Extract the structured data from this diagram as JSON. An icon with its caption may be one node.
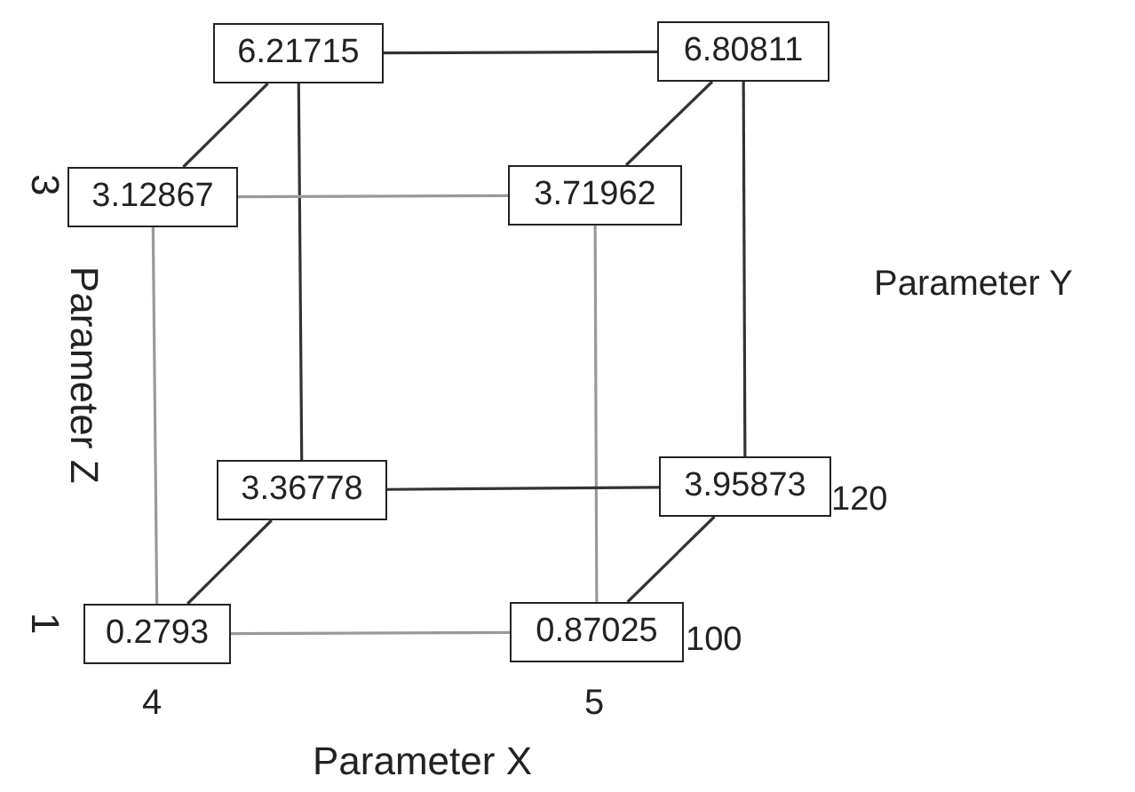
{
  "diagram": {
    "nodes": [
      {
        "text": [
          "6.21715"
        ]
      },
      {
        "text": [
          "6.80811"
        ]
      },
      {
        "text": [
          "3.12867"
        ]
      },
      {
        "text": [
          "3.71962"
        ]
      },
      {
        "text": [
          "3.36778"
        ]
      },
      {
        "text": [
          "3.95873"
        ]
      },
      {
        "text": [
          "0.2793"
        ]
      },
      {
        "text": [
          "0.87025"
        ]
      }
    ],
    "edges": [
      {
        "from": 0,
        "to": 1,
        "arrow": "none"
      },
      {
        "from": 0,
        "to": 2,
        "arrow": "none"
      },
      {
        "from": 0,
        "to": 4,
        "arrow": "none"
      },
      {
        "from": 1,
        "to": 3,
        "arrow": "none"
      },
      {
        "from": 1,
        "to": 5,
        "arrow": "none"
      },
      {
        "from": 2,
        "to": 3,
        "arrow": "none",
        "color": "#999999"
      },
      {
        "from": 2,
        "to": 6,
        "arrow": "none",
        "color": "#999999"
      },
      {
        "from": 3,
        "to": 7,
        "arrow": "none",
        "color": "#999999"
      },
      {
        "from": 4,
        "to": 5,
        "arrow": "none"
      },
      {
        "from": 4,
        "to": 6,
        "arrow": "none"
      },
      {
        "from": 5,
        "to": 7,
        "arrow": "none"
      },
      {
        "from": 6,
        "to": 7,
        "arrow": "none",
        "color": "#999999"
      }
    ],
    "labels": [
      "3",
      "Parameter Y",
      "Parameter Z",
      "120",
      "1",
      "100",
      "4",
      "5",
      "Parameter X"
    ]
  }
}
